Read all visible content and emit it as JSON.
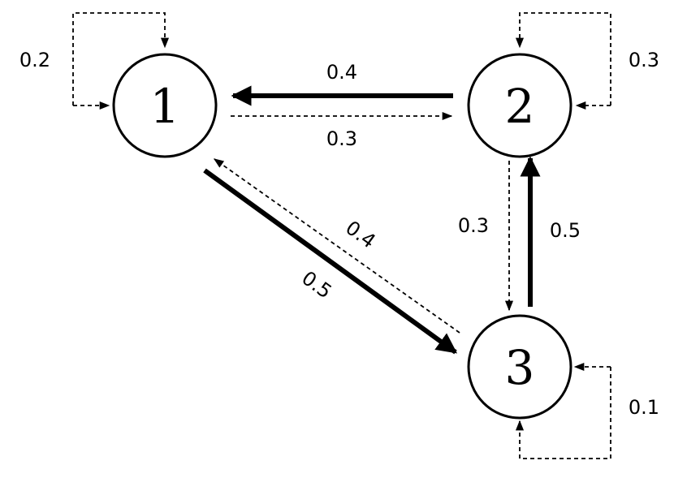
{
  "nodes": [
    {
      "id": "1",
      "label": "1"
    },
    {
      "id": "2",
      "label": "2"
    },
    {
      "id": "3",
      "label": "3"
    }
  ],
  "edges": [
    {
      "from": "2",
      "to": "1",
      "probability": "0.4",
      "style": "solid"
    },
    {
      "from": "1",
      "to": "2",
      "probability": "0.3",
      "style": "dashed"
    },
    {
      "from": "1",
      "to": "3",
      "probability": "0.5",
      "style": "solid"
    },
    {
      "from": "3",
      "to": "1",
      "probability": "0.4",
      "style": "dashed"
    },
    {
      "from": "2",
      "to": "3",
      "probability": "0.3",
      "style": "dashed"
    },
    {
      "from": "3",
      "to": "2",
      "probability": "0.5",
      "style": "solid"
    }
  ],
  "self_loops": [
    {
      "node": "1",
      "probability": "0.2",
      "style": "dashed"
    },
    {
      "node": "2",
      "probability": "0.3",
      "style": "dashed"
    },
    {
      "node": "3",
      "probability": "0.1",
      "style": "dashed"
    }
  ],
  "colors": {
    "stroke": "#000000",
    "background": "#ffffff"
  }
}
